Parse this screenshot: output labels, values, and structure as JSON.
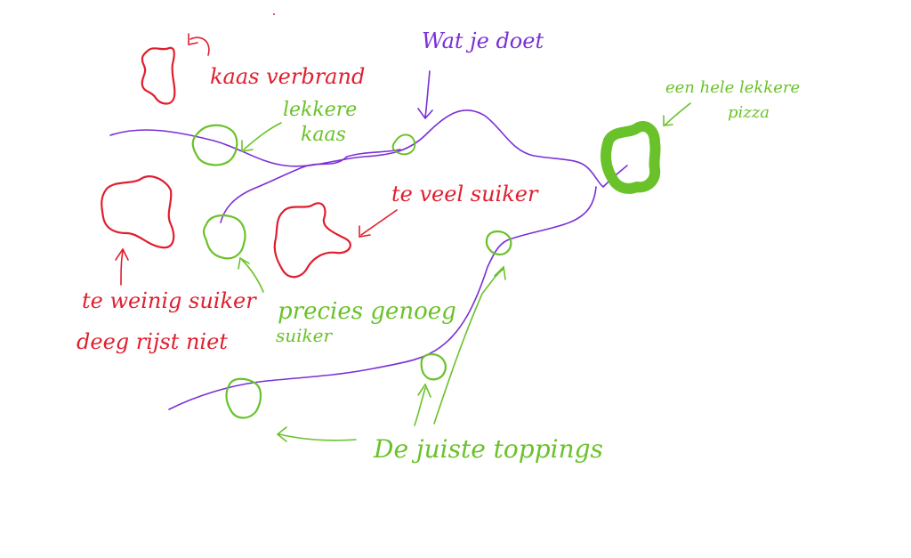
{
  "colors": {
    "red": "#e01e2e",
    "green": "#6ac22a",
    "purple": "#7a2fd6",
    "background": "#ffffff"
  },
  "labels": {
    "wat_je_doet": "Wat je doet",
    "kaas_verbrand": "kaas verbrand",
    "lekkere_kaas_line1": "lekkere",
    "lekkere_kaas_line2": "kaas",
    "een_hele_line1": "een hele  lekkere",
    "een_hele_line2": "pizza",
    "te_veel_suiker": "te veel suiker",
    "te_weinig_line1": "te weinig suiker",
    "te_weinig_line2": "deeg rijst niet",
    "precies_line1": "precies genoeg",
    "precies_line2": "suiker",
    "juiste_toppings": "De juiste toppings"
  }
}
